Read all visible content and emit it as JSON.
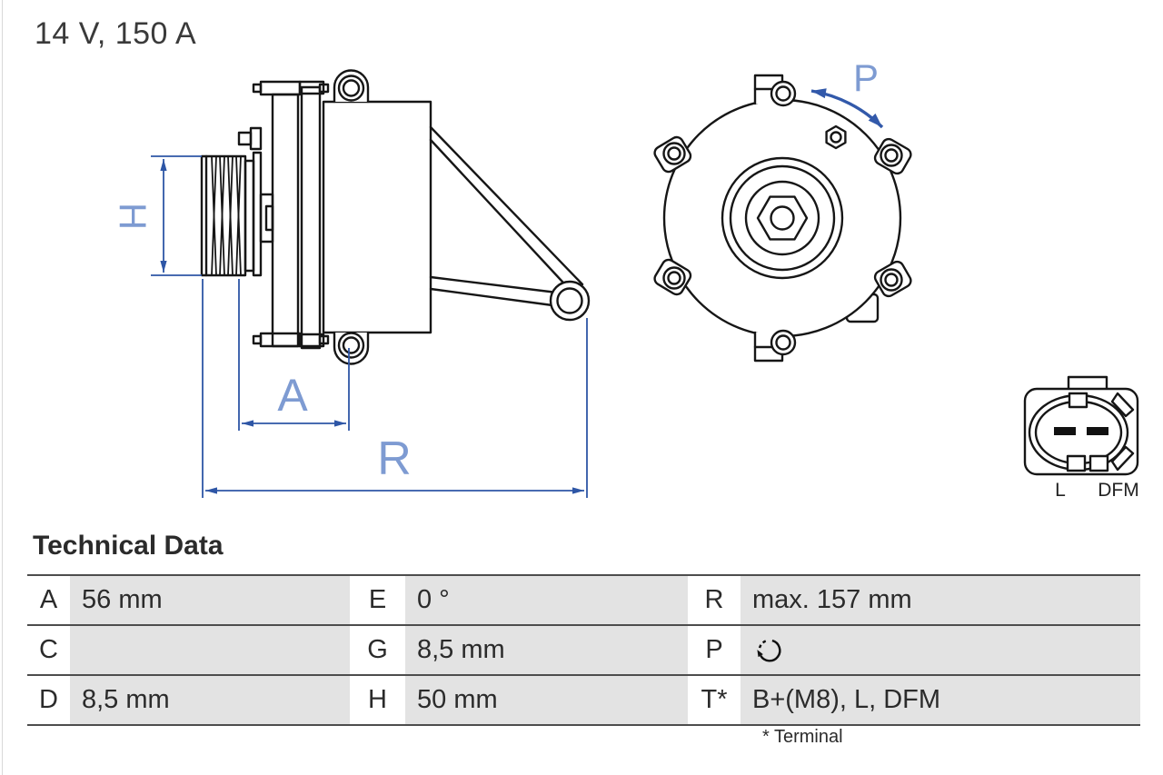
{
  "header": {
    "title": "14 V, 150 A"
  },
  "technical_data": {
    "heading": "Technical Data",
    "footnote": "* Terminal",
    "rows": [
      {
        "cells": [
          {
            "key": "A",
            "value": "56 mm"
          },
          {
            "key": "E",
            "value": "0 °"
          },
          {
            "key": "R",
            "value": "max. 157 mm"
          }
        ]
      },
      {
        "cells": [
          {
            "key": "C",
            "value": ""
          },
          {
            "key": "G",
            "value": "8,5 mm"
          },
          {
            "key": "P",
            "value": "",
            "icon": "rotation-direction-icon"
          }
        ]
      },
      {
        "cells": [
          {
            "key": "D",
            "value": "8,5 mm"
          },
          {
            "key": "H",
            "value": "50 mm"
          },
          {
            "key": "T*",
            "value": "B+(M8), L, DFM"
          }
        ]
      }
    ]
  },
  "diagram": {
    "dimension_labels": {
      "height": "H",
      "pulley_offset": "A",
      "max_length": "R",
      "rotation": "P"
    },
    "connector": {
      "pin_left": "L",
      "pin_right": "DFM"
    },
    "icons": [
      "rotation-arrow-icon",
      "rotation-direction-icon"
    ],
    "colors": {
      "drawing_line": "#161616",
      "dimension_line": "#2e56a6",
      "rotation_arrow": "#3259aa",
      "dimension_label": "#7e9bd2",
      "table_cell_bg": "#e3e3e3",
      "table_border": "#4d4d4d"
    }
  }
}
